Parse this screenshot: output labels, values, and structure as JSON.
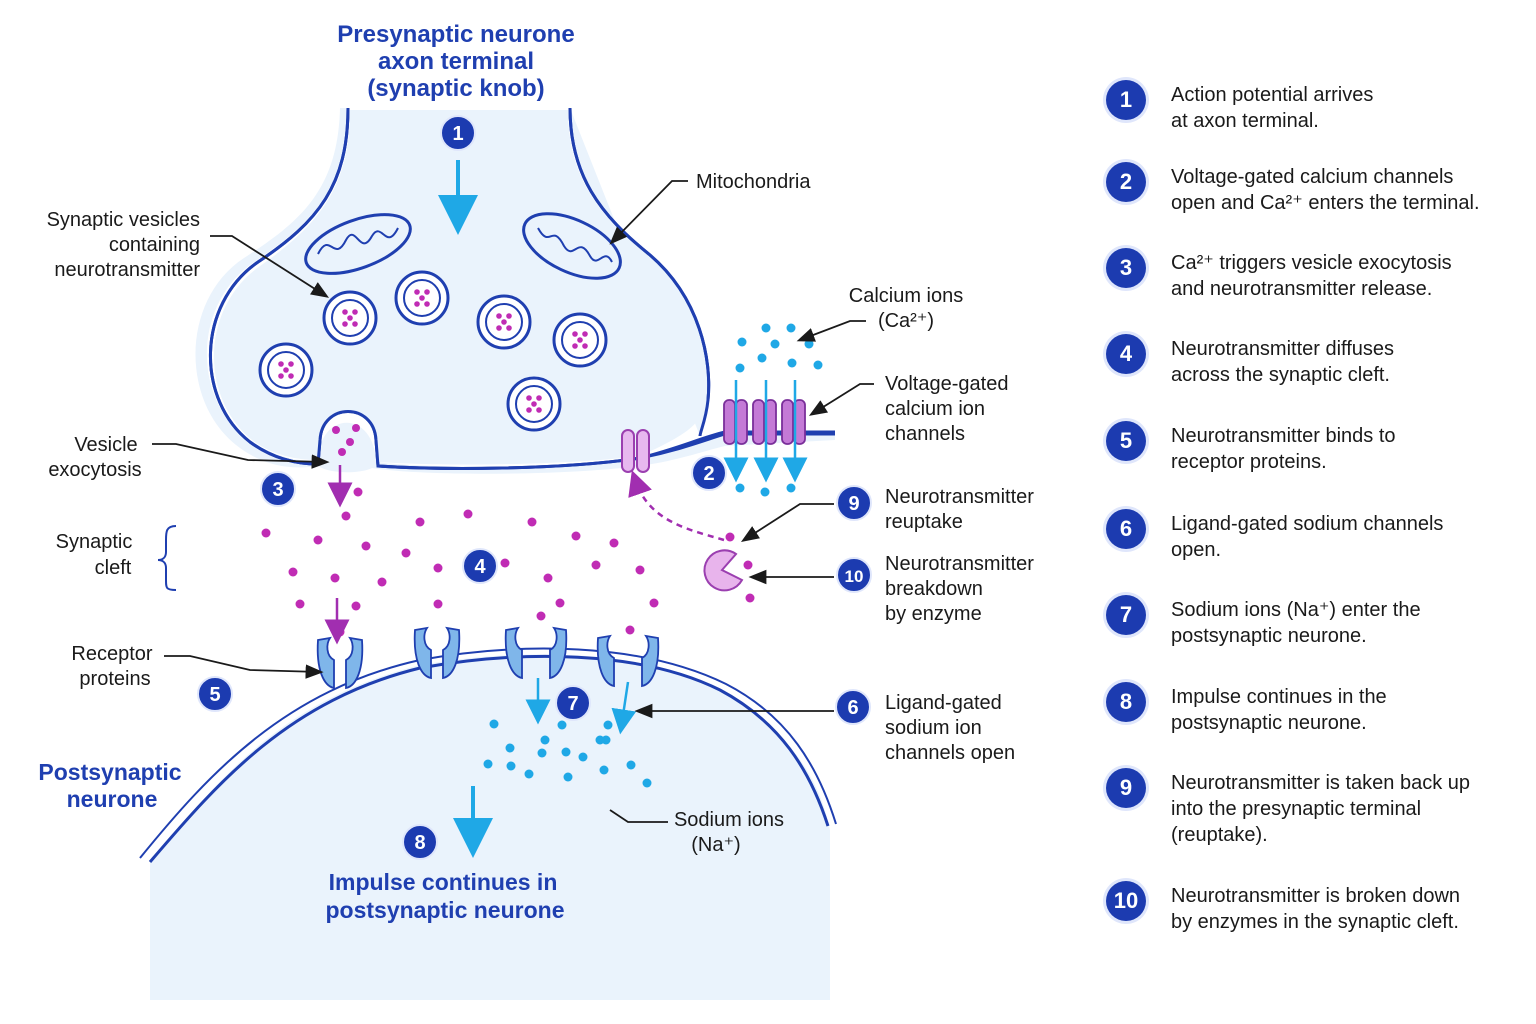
{
  "colors": {
    "membrane": "#1f3fb0",
    "cytoplasm": "#eaf3fc",
    "neurotransmitter": "#c02cb4",
    "calcium": "#1fa8e6",
    "sodium": "#1fa8e6",
    "channel_ca": "#c47ad6",
    "receptor": "#7fb6ea",
    "badge": "#1c3bb0"
  },
  "labels": {
    "presynaptic": [
      "Presynaptic neurone",
      "axon terminal",
      "(synaptic knob)"
    ],
    "mitochondria": "Mitochondria",
    "vesicles": [
      "Synaptic vesicles",
      "containing",
      "neurotransmitter"
    ],
    "calcium_ions": [
      "Calcium ions",
      "(Ca²⁺)"
    ],
    "vg_channels": [
      "Voltage-gated",
      "calcium ion",
      "channels"
    ],
    "exocytosis": [
      "Vesicle",
      "exocytosis"
    ],
    "cleft": [
      "Synaptic",
      "cleft"
    ],
    "reuptake": [
      "Neurotransmitter",
      "reuptake"
    ],
    "breakdown": [
      "Neurotransmitter",
      "breakdown",
      "by enzyme"
    ],
    "receptors": [
      "Receptor",
      "proteins"
    ],
    "lg_channels": [
      "Ligand-gated",
      "sodium ion",
      "channels open"
    ],
    "postsynaptic": [
      "Postsynaptic",
      "neurone"
    ],
    "sodium_ions": [
      "Sodium ions",
      "(Na⁺)"
    ],
    "impulse": [
      "Impulse continues in",
      "postsynaptic neurone"
    ]
  },
  "badges": [
    "1",
    "2",
    "3",
    "4",
    "5",
    "6",
    "7",
    "8",
    "9",
    "10"
  ],
  "steps": [
    {
      "num": "1",
      "text": "Action potential arrives\nat axon terminal."
    },
    {
      "num": "2",
      "text": "Voltage-gated calcium channels\nopen and Ca²⁺ enters the terminal."
    },
    {
      "num": "3",
      "text": "Ca²⁺ triggers vesicle exocytosis\nand neurotransmitter release."
    },
    {
      "num": "4",
      "text": "Neurotransmitter diffuses\nacross the synaptic cleft."
    },
    {
      "num": "5",
      "text": "Neurotransmitter binds to\nreceptor proteins."
    },
    {
      "num": "6",
      "text": "Ligand-gated sodium channels\nopen."
    },
    {
      "num": "7",
      "text": "Sodium ions (Na⁺) enter the\npostsynaptic neurone."
    },
    {
      "num": "8",
      "text": "Impulse continues in the\npostsynaptic neurone."
    },
    {
      "num": "9",
      "text": "Neurotransmitter is taken back up\ninto the presynaptic terminal\n(reuptake)."
    },
    {
      "num": "10",
      "text": "Neurotransmitter is broken down\nby enzymes in the synaptic cleft."
    }
  ]
}
